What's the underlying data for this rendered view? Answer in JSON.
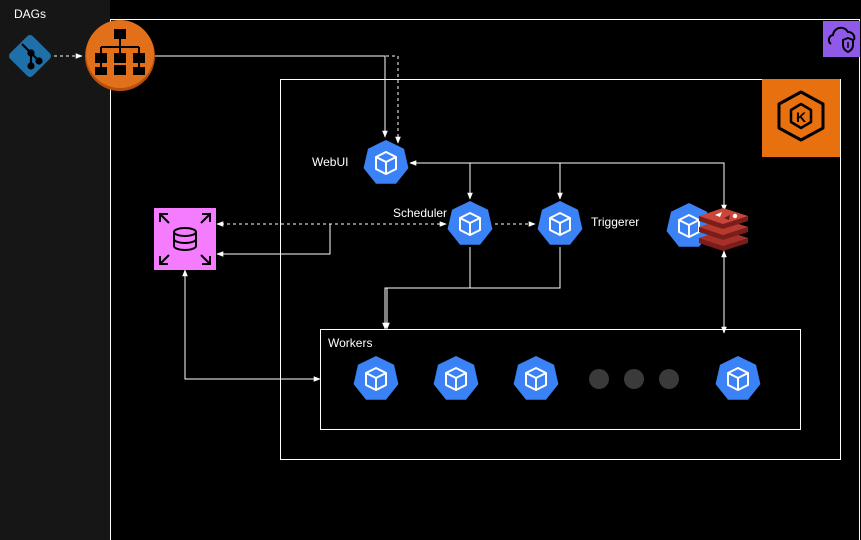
{
  "labels": {
    "dags": "DAGs",
    "webui": "WebUI",
    "scheduler": "Scheduler",
    "triggerer": "Triggerer",
    "workers": "Workers"
  },
  "colors": {
    "background": "#000000",
    "panel": "#161616",
    "git": "#1F6FA8",
    "orange": "#E2701A",
    "eks": "#E8700E",
    "k8s": "#3B82F6",
    "database": "#F57BFF",
    "cloud_badge": "#8F5AE8",
    "redis": "#A8302A",
    "dot": "#3A3A3A",
    "line": "#FFFFFF"
  },
  "icons": [
    "git-icon",
    "hierarchy-icon",
    "cloud-shield-icon",
    "eks-icon",
    "database-icon",
    "kubernetes-pod-icon",
    "redis-icon"
  ],
  "workers": {
    "pods": 4,
    "ellipsis_dots": 3
  }
}
